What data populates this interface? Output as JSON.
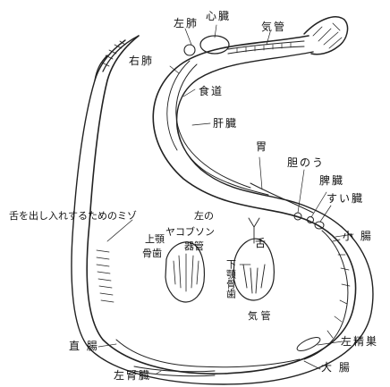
{
  "labels": {
    "left_lung": "左肺",
    "heart": "心臓",
    "trachea": "気管",
    "right_lung": "右肺",
    "esophagus": "食道",
    "liver": "肝臓",
    "stomach": "胃",
    "gallbladder": "胆のう",
    "spleen": "脾臓",
    "pancreas": "すい臓",
    "tongue_groove": "舌を出し入れするためのミゾ",
    "jacobson_left": "左の",
    "jacobson_organ": "ヤコブソン",
    "organ_suffix": "器管",
    "tongue": "舌",
    "small_intestine": "小 腸",
    "upper_jaw_line1": "上顎",
    "upper_jaw_line2": "骨歯",
    "lower_jaw": "下顎骨歯",
    "trachea_small": "気 管",
    "left_testis": "左精巣",
    "rectum": "直 腸",
    "large_intestine": "大 腸",
    "left_kidney": "左腎臓"
  }
}
